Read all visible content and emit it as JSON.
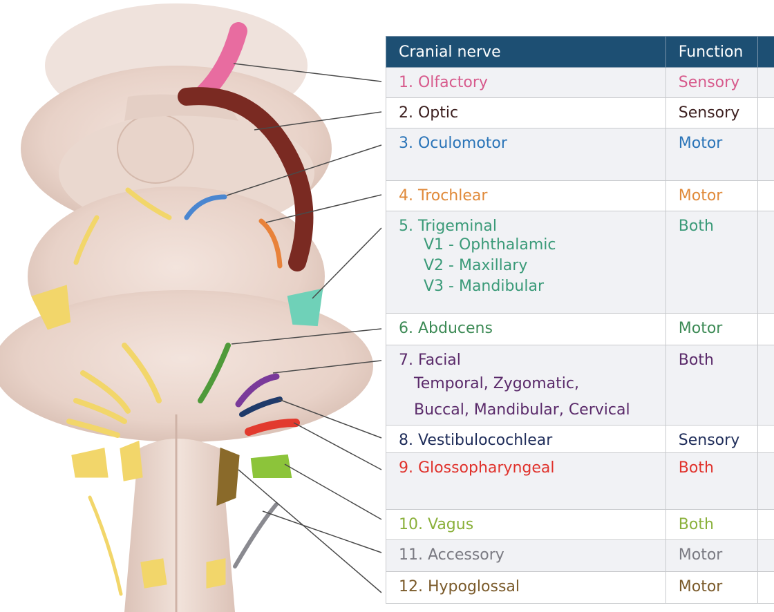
{
  "table": {
    "headers": {
      "nerve": "Cranial nerve",
      "function": "Function",
      "extra": ""
    },
    "rows": [
      {
        "name": "1. Olfactory",
        "function": "Sensory",
        "color": "#d75a8c",
        "sub": []
      },
      {
        "name": "2. Optic",
        "function": "Sensory",
        "color": "#3c1f1f",
        "sub": []
      },
      {
        "name": "3. Oculomotor",
        "function": "Motor",
        "color": "#2a74b8",
        "sub": []
      },
      {
        "name": "4. Trochlear",
        "function": "Motor",
        "color": "#e08a3a",
        "sub": []
      },
      {
        "name": "5. Trigeminal",
        "function": "Both",
        "color": "#3a9a78",
        "sub": [
          "V1 - Ophthalamic",
          "V2 - Maxillary",
          "V3 - Mandibular"
        ]
      },
      {
        "name": "6. Abducens",
        "function": "Motor",
        "color": "#3c8a55",
        "sub": []
      },
      {
        "name": "7. Facial",
        "function": "Both",
        "color": "#5a2a6a",
        "sub": [
          "Temporal, Zygomatic,",
          "Buccal, Mandibular, Cervical"
        ]
      },
      {
        "name": "8. Vestibulocochlear",
        "function": "Sensory",
        "color": "#1f2d5a",
        "sub": []
      },
      {
        "name": "9. Glossopharyngeal",
        "function": "Both",
        "color": "#e0322c",
        "sub": []
      },
      {
        "name": "10. Vagus",
        "function": "Both",
        "color": "#8ab03a",
        "sub": []
      },
      {
        "name": "11. Accessory",
        "function": "Motor",
        "color": "#7a7a82",
        "sub": []
      },
      {
        "name": "12. Hypoglossal",
        "function": "Motor",
        "color": "#7a5a2a",
        "sub": []
      }
    ]
  },
  "illustration": {
    "nerve_colors": {
      "olfactory": "#e86ca0",
      "optic": "#7a2a22",
      "oculomotor": "#4a86d0",
      "trochlear": "#e8823a",
      "trigeminal": "#6fd1b8",
      "abducens": "#4f9a3a",
      "facial": "#7a3a9a",
      "vestibulocochlear": "#1f3a6a",
      "glossopharyngeal": "#e23a2e",
      "vagus": "#8cc43a",
      "accessory": "#8a8a90",
      "hypoglossal": "#8a6a2a",
      "spinal": "#f2d66a"
    }
  }
}
